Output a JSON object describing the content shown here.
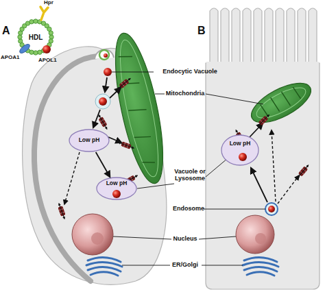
{
  "diagram": {
    "nodes": [
      {
        "text": [
          "HDL"
        ]
      },
      {
        "text": [
          "Low pH"
        ]
      },
      {
        "text": [
          "Low pH"
        ]
      },
      {
        "text": [
          "Low pH"
        ]
      }
    ],
    "edges": [
      {
        "from": 1,
        "to": 2,
        "arrow": "to"
      }
    ],
    "labels": [
      "A",
      "Hpr",
      "APOA1",
      "APOL1",
      "Endocytic Vacuole",
      "Mitochondria",
      "Vacuole or Lysosome",
      "Endosome",
      "Nucleus",
      "ER/Golgi",
      "B"
    ]
  }
}
